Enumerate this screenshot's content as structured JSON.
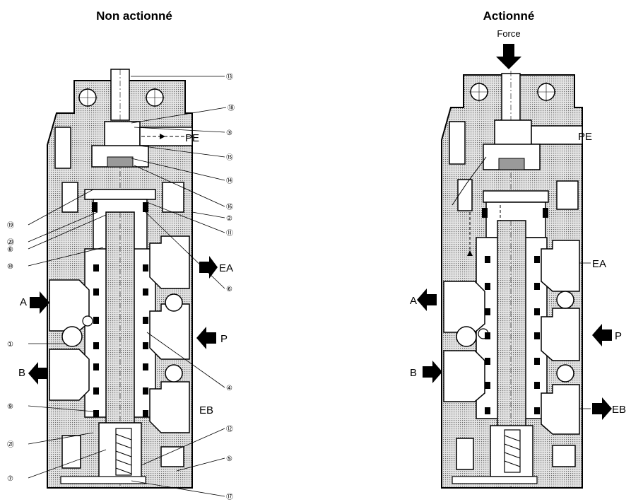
{
  "titles": {
    "left": "Non actionné",
    "right": "Actionné"
  },
  "force_label": "Force",
  "port_labels": {
    "pe": "PE",
    "ea": "EA",
    "a": "A",
    "p": "P",
    "b": "B",
    "eb": "EB"
  },
  "part_numbers": {
    "n1": "①",
    "n2": "②",
    "n3": "③",
    "n4": "④",
    "n5": "⑤",
    "n6": "⑥",
    "n7": "⑦",
    "n8": "⑧",
    "n9": "⑨",
    "n10": "⑩",
    "n11": "⑪",
    "n12": "⑫",
    "n13": "⑬",
    "n14": "⑭",
    "n15": "⑮",
    "n16": "⑯",
    "n17": "⑰",
    "n18": "⑱",
    "n19": "⑲",
    "n20": "⑳",
    "n21": "㉑"
  },
  "colors": {
    "body_fill": "#cfcfcf",
    "ink": "#000000",
    "paper": "#ffffff"
  }
}
